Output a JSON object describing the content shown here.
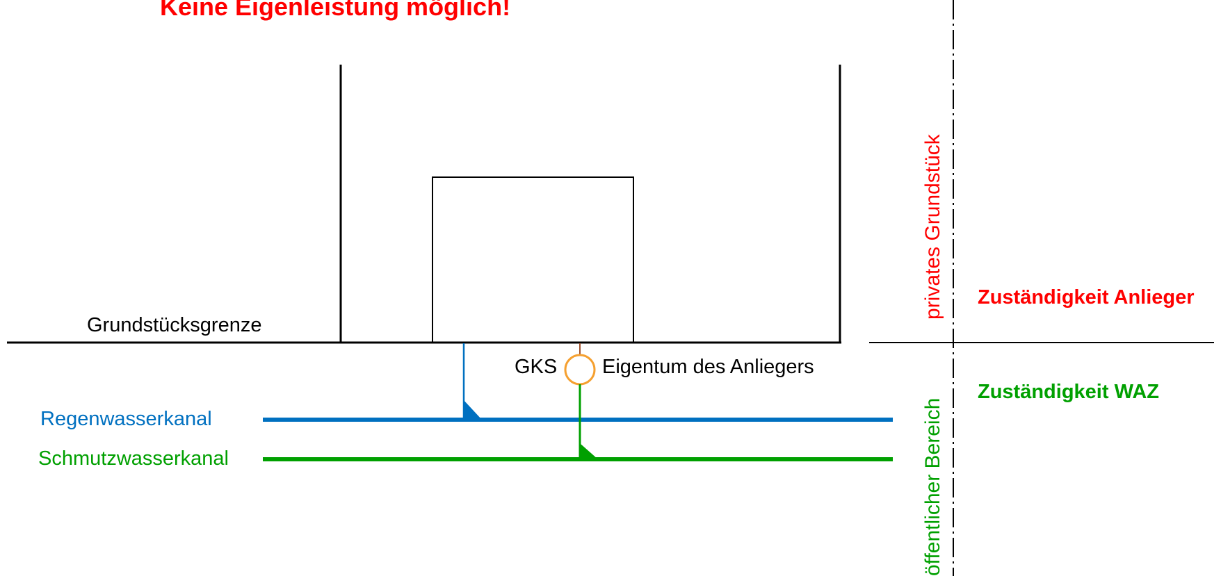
{
  "title": "Keine Eigenleistung möglich!",
  "labels": {
    "property_boundary": "Grundstücksgrenze",
    "rainwater_sewer": "Regenwasserkanal",
    "wastewater_sewer": "Schmutzwasserkanal",
    "inspection_shaft": "GKS",
    "owner_property": "Eigentum des Anliegers",
    "private_area": "privates Grundstück",
    "public_area": "öffentlicher Bereich",
    "responsibility_owner": "Zuständigkeit Anlieger",
    "responsibility_waz": "Zuständigkeit WAZ"
  },
  "colors": {
    "title": "#ff0000",
    "rainwater": "#0070c0",
    "wastewater": "#00a000",
    "shaft": "#f5a030",
    "connection": "#a0522d",
    "owner_text": "#ff0000",
    "waz_text": "#00a000",
    "lines": "#000000"
  }
}
